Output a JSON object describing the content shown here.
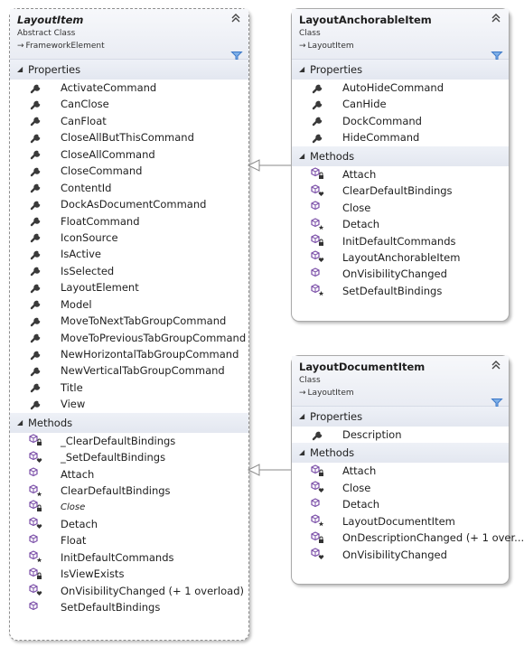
{
  "classes": {
    "layout_item": {
      "name": "LayoutItem",
      "kind": "Abstract Class",
      "base": "FrameworkElement",
      "properties_label": "Properties",
      "methods_label": "Methods",
      "properties": [
        "ActivateCommand",
        "CanClose",
        "CanFloat",
        "CloseAllButThisCommand",
        "CloseAllCommand",
        "CloseCommand",
        "ContentId",
        "DockAsDocumentCommand",
        "FloatCommand",
        "IconSource",
        "IsActive",
        "IsSelected",
        "LayoutElement",
        "Model",
        "MoveToNextTabGroupCommand",
        "MoveToPreviousTabGroupCommand",
        "NewHorizontalTabGroupCommand",
        "NewVerticalTabGroupCommand",
        "Title",
        "View"
      ],
      "methods": [
        "_ClearDefaultBindings",
        "_SetDefaultBindings",
        "Attach",
        "ClearDefaultBindings",
        "Close",
        "Detach",
        "Float",
        "InitDefaultCommands",
        "IsViewExists",
        "OnVisibilityChanged (+ 1 overload)",
        "SetDefaultBindings"
      ]
    },
    "layout_anchorable_item": {
      "name": "LayoutAnchorableItem",
      "kind": "Class",
      "base": "LayoutItem",
      "properties_label": "Properties",
      "methods_label": "Methods",
      "properties": [
        "AutoHideCommand",
        "CanHide",
        "DockCommand",
        "HideCommand"
      ],
      "methods": [
        "Attach",
        "ClearDefaultBindings",
        "Close",
        "Detach",
        "InitDefaultCommands",
        "LayoutAnchorableItem",
        "OnVisibilityChanged",
        "SetDefaultBindings"
      ]
    },
    "layout_document_item": {
      "name": "LayoutDocumentItem",
      "kind": "Class",
      "base": "LayoutItem",
      "properties_label": "Properties",
      "methods_label": "Methods",
      "properties": [
        "Description"
      ],
      "methods": [
        "Attach",
        "Close",
        "Detach",
        "LayoutDocumentItem",
        "OnDescriptionChanged (+ 1 over...",
        "OnVisibilityChanged"
      ]
    }
  },
  "icons": {
    "collapse": "double-chevron-up-icon",
    "filter": "filter-funnel-icon",
    "property": "wrench-icon",
    "method": "method-cube-icon",
    "inheritance_arrow": "arrow-right-icon"
  },
  "colors": {
    "method_purple": "#7b4fa8",
    "filter_blue": "#3c78c8",
    "line_gray": "#8a8a8a"
  }
}
